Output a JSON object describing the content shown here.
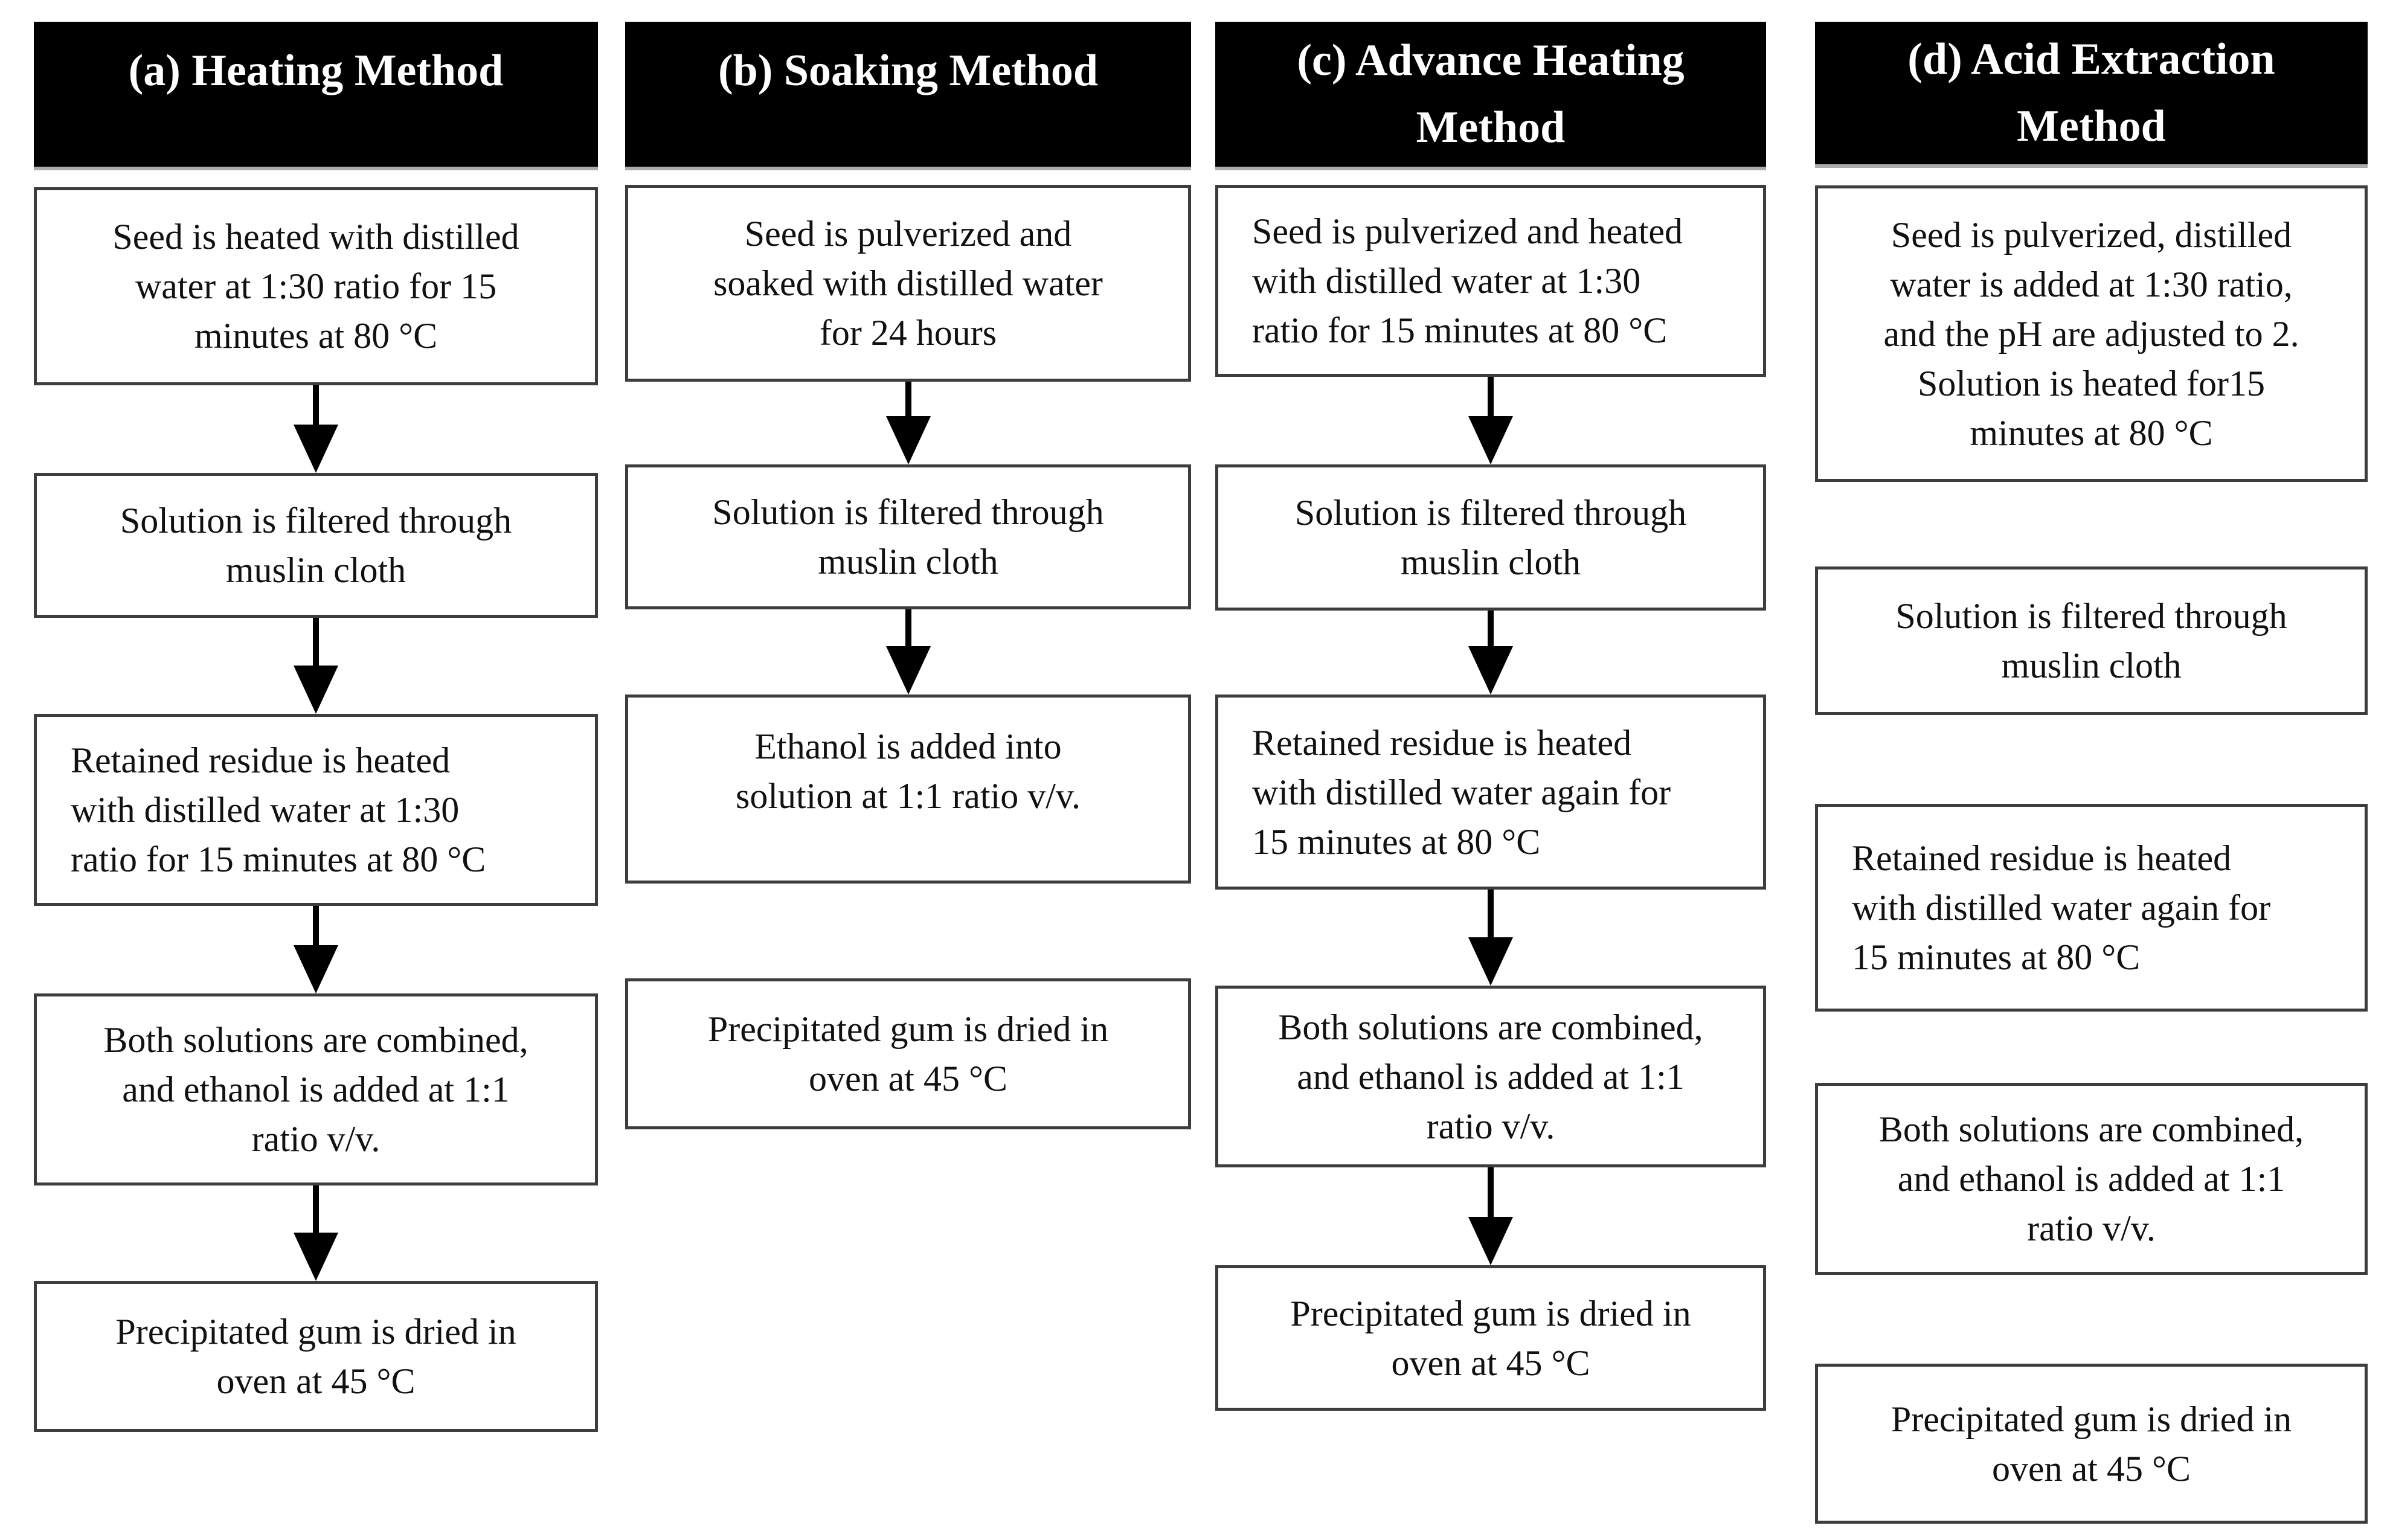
{
  "title": "Gum extraction methods flowchart",
  "palette": {
    "background": "#ffffff",
    "header_bg": "#000000",
    "header_text": "#ffffff",
    "box_border": "#3d3d3d",
    "body_text": "#111111",
    "arrow_color": "#000000"
  },
  "icons": {
    "flow_arrow": "down-arrow"
  },
  "columns": {
    "a": {
      "header": "(a) Heating Method",
      "boxes": [
        "Seed is heated with distilled\nwater at 1:30 ratio for 15\nminutes at 80 °C",
        "Solution is filtered through\nmuslin cloth",
        "Retained residue is heated\nwith distilled water at 1:30\nratio for 15 minutes at 80 °C",
        "Both solutions are combined,\nand ethanol is added at 1:1\nratio v/v.",
        "Precipitated gum is dried in\noven at 45 °C"
      ]
    },
    "b": {
      "header": "(b) Soaking Method",
      "boxes": [
        "Seed is pulverized and\nsoaked with distilled water\nfor 24 hours",
        "Solution is filtered through\nmuslin cloth",
        "Ethanol is added into\nsolution at 1:1 ratio v/v.",
        "Precipitated gum is dried in\noven at 45 °C"
      ]
    },
    "c": {
      "header": "(c) Advance Heating\nMethod",
      "boxes": [
        "Seed is pulverized and heated\nwith distilled water at 1:30\nratio for 15 minutes at 80 °C",
        "Solution is filtered through\nmuslin cloth",
        "Retained residue is heated\nwith distilled water again for\n15 minutes at 80 °C",
        "Both solutions are combined,\nand ethanol is added at 1:1\nratio v/v.",
        "Precipitated gum is dried in\noven at 45 °C"
      ]
    },
    "d": {
      "header": "(d) Acid Extraction\nMethod",
      "boxes": [
        "Seed is pulverized, distilled\nwater is added at 1:30 ratio,\nand the pH are adjusted to 2.\nSolution is heated for15\nminutes at 80 °C",
        "Solution is filtered through\nmuslin cloth",
        "Retained residue is heated\nwith distilled water again for\n15 minutes at 80 °C",
        "Both solutions are combined,\nand ethanol is added at 1:1\nratio v/v.",
        "Precipitated gum is dried in\noven at 45 °C"
      ]
    }
  }
}
